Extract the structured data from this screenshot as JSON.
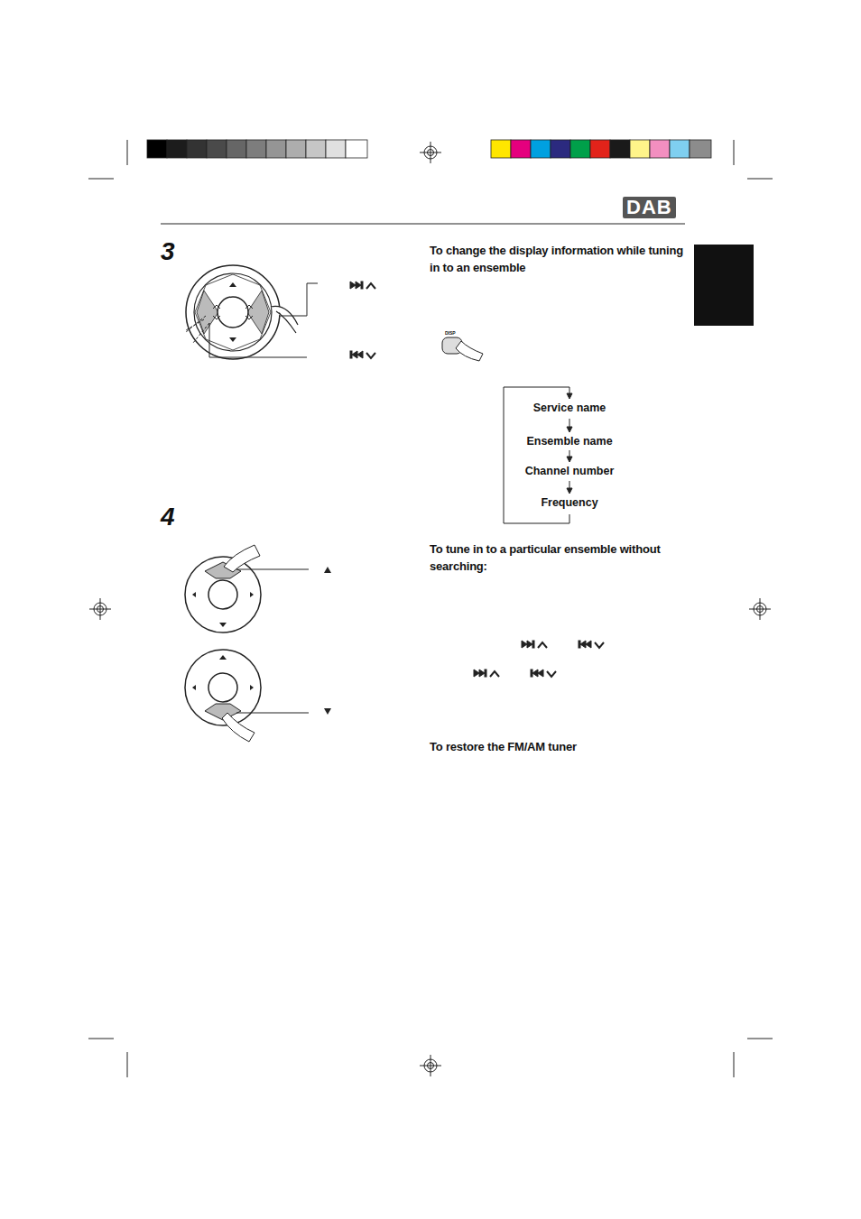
{
  "diagram": {
    "labels": [
      "3",
      "4",
      "To change the display information while tuning in to an ensemble",
      "Service name",
      "Ensemble name",
      "Channel number",
      "Frequency",
      "To tune in to a particular ensemble without searching:",
      "To restore the FM/AM tuner",
      "DAB",
      "DISP"
    ]
  }
}
